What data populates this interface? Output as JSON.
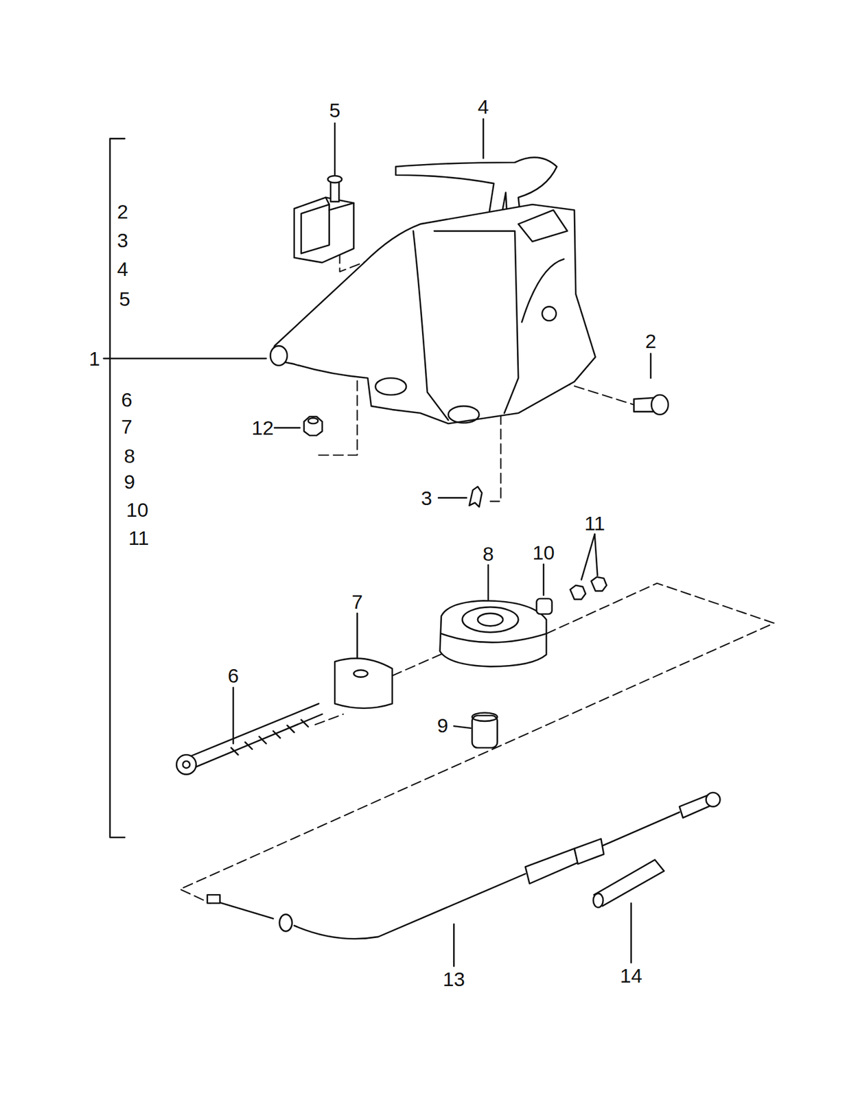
{
  "diagram": {
    "labels": [
      "5",
      "4",
      "2",
      "3",
      "4",
      "5",
      "1",
      "2",
      "6",
      "7",
      "8",
      "9",
      "10",
      "11",
      "12",
      "3",
      "11",
      "8",
      "10",
      "7",
      "6",
      "9",
      "13",
      "14"
    ]
  }
}
